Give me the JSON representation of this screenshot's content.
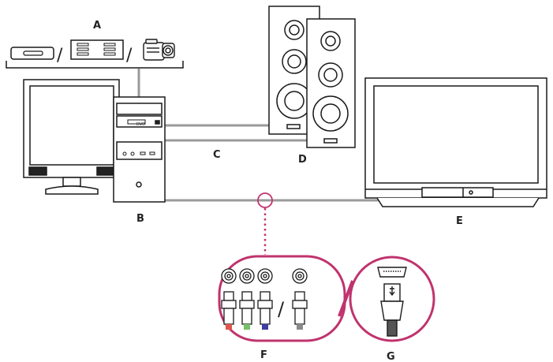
{
  "labels": {
    "a": "A",
    "b": "B",
    "c": "C",
    "d": "D",
    "e": "E",
    "f": "F",
    "g": "G",
    "slash_a1": "/",
    "slash_a2": "/",
    "slash_rca": "/",
    "dvd_text": "DVD"
  },
  "colors": {
    "stroke": "#1a1a1a",
    "cable": "#9a9a9a",
    "accent_magenta": "#c0336e",
    "cable_red": "#e0554a",
    "cable_green": "#76c06a",
    "cable_blue": "#3c3fa0",
    "cable_gray": "#8a8a8a"
  },
  "icons": {
    "source_devices": [
      "drive-icon",
      "receiver-icon",
      "camcorder-icon"
    ],
    "connectors": [
      "rca-jack-icon",
      "bnc-plug-icon",
      "hdmi-port-icon",
      "hdmi-plug-icon"
    ]
  }
}
